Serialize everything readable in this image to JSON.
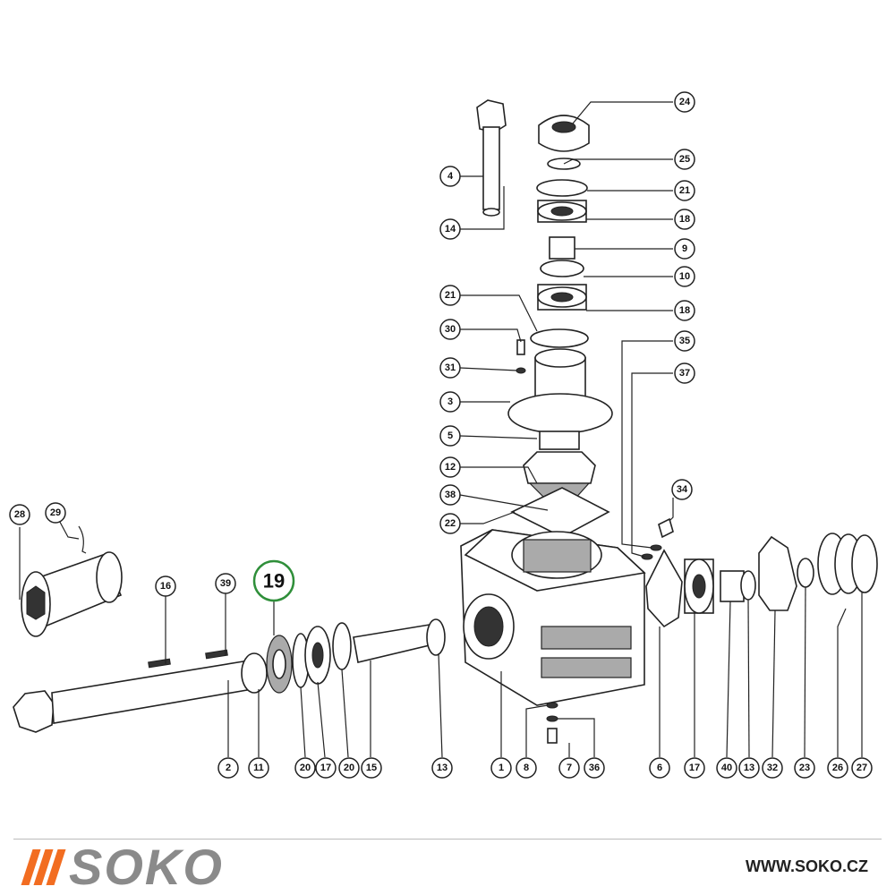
{
  "brand": {
    "name": "SOKO",
    "url": "WWW.SOKO.CZ",
    "accent_color": "#f26d21",
    "name_color": "#8a8a8a",
    "highlight_color": "#2f8f3a"
  },
  "diagram": {
    "highlighted_part": "19",
    "callouts": [
      "24",
      "25",
      "21",
      "18",
      "9",
      "10",
      "18",
      "4",
      "14",
      "21",
      "30",
      "31",
      "3",
      "5",
      "12",
      "38",
      "22",
      "35",
      "37",
      "34",
      "28",
      "29",
      "16",
      "39",
      "2",
      "11",
      "20",
      "17",
      "20",
      "15",
      "13",
      "1",
      "8",
      "7",
      "36",
      "6",
      "17",
      "40",
      "13",
      "32",
      "23",
      "26",
      "27"
    ]
  }
}
